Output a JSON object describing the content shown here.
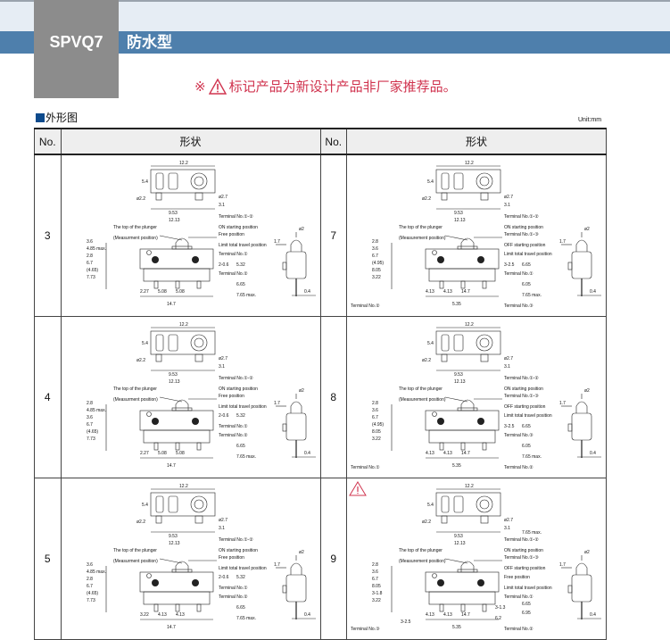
{
  "header": {
    "model": "SPVQ7",
    "series": "防水型"
  },
  "notice": {
    "prefix": "※",
    "icon": "warning-triangle-icon",
    "text": "标记产品为新设计产品非厂家推荐品。",
    "color": "#d0344f"
  },
  "section": {
    "title": "外形图",
    "unit": "Unit:mm"
  },
  "table": {
    "headers": [
      "No.",
      "形状",
      "No.",
      "形状"
    ],
    "rows": [
      {
        "left": {
          "no": "3",
          "drawing": {
            "top": [
              "12.2",
              "5.4",
              "ø2.2",
              "ø2.7",
              "9.53",
              "3.1",
              "12.13"
            ],
            "callouts": [
              "The top of the plunger",
              "(Measurment position)",
              "Terminal No.①-②",
              "ON starting position",
              "Free position",
              "Limit total travel position",
              "Terminal No.①",
              "2-0.6",
              "Terminal No.②"
            ],
            "dims": [
              "3.6",
              "4.85 max.",
              "2.8",
              "6.7",
              "(4.65)",
              "7.73",
              "2.27",
              "5.08",
              "5.08",
              "14.7",
              "5.32",
              "6.65",
              "7.65 max."
            ],
            "side": [
              "ø2",
              "1.7",
              "0.4"
            ],
            "warning": false
          }
        },
        "right": {
          "no": "7",
          "drawing": {
            "top": [
              "12.2",
              "5.4",
              "ø2.2",
              "ø2.7",
              "9.53",
              "3.1",
              "12.13"
            ],
            "callouts": [
              "The top of the plunger",
              "(Measurement position)",
              "Terminal No.①-②",
              "ON starting position",
              "Terminal No.①-③",
              "OFF starting position",
              "Limit total travel position",
              "3-2.5",
              "Terminal No.①",
              "Terminal No.②",
              "Terminal No.③"
            ],
            "dims": [
              "2.8",
              "3.6",
              "6.7",
              "(4.95)",
              "8.05",
              "3.22",
              "4.13",
              "4.13",
              "14.7",
              "5.35",
              "6.65",
              "6.05",
              "7.65 max."
            ],
            "side": [
              "ø2",
              "1.7",
              "0.4"
            ],
            "warning": false
          }
        }
      },
      {
        "left": {
          "no": "4",
          "drawing": {
            "top": [
              "12.2",
              "5.4",
              "ø2.2",
              "ø2.7",
              "9.53",
              "3.1",
              "12.13"
            ],
            "callouts": [
              "The top of the plunger",
              "(Measurment position)",
              "Terminal No.①-②",
              "ON starting position",
              "Free position",
              "Limit total travel position",
              "2-0.6",
              "Terminal No.①",
              "Terminal No.②"
            ],
            "dims": [
              "2.8",
              "4.85 max.",
              "3.6",
              "6.7",
              "(4.65)",
              "7.73",
              "2.27",
              "5.08",
              "5.08",
              "14.7",
              "5.32",
              "6.65",
              "7.65 max."
            ],
            "side": [
              "ø2",
              "1.7",
              "0.4"
            ],
            "warning": false
          }
        },
        "right": {
          "no": "8",
          "drawing": {
            "top": [
              "12.2",
              "5.4",
              "ø2.2",
              "ø2.7",
              "9.53",
              "3.1",
              "12.13"
            ],
            "callouts": [
              "The top of the plunger",
              "(Measurement position)",
              "Terminal No.①-②",
              "ON starting position",
              "Terminal No.①-③",
              "OFF starting position",
              "Limit total travel position",
              "3-2.5",
              "Terminal No.③",
              "Terminal No.①",
              "Terminal No.②"
            ],
            "dims": [
              "2.8",
              "3.6",
              "6.7",
              "(4.95)",
              "8.05",
              "3.22",
              "4.13",
              "4.13",
              "14.7",
              "5.35",
              "6.65",
              "6.05",
              "7.65 max."
            ],
            "side": [
              "ø2",
              "1.7",
              "0.4"
            ],
            "warning": false
          }
        }
      },
      {
        "left": {
          "no": "5",
          "drawing": {
            "top": [
              "12.2",
              "5.4",
              "ø2.2",
              "ø2.7",
              "9.53",
              "3.1",
              "12.13"
            ],
            "callouts": [
              "The top of the plunger",
              "(Measurment position)",
              "Terminal No.①-②",
              "ON starting position",
              "Free position",
              "Limit total travel position",
              "2-0.6",
              "Terminal No.①",
              "Terminal No.②"
            ],
            "dims": [
              "3.6",
              "4.85 max.",
              "2.8",
              "6.7",
              "(4.65)",
              "7.73",
              "3.22",
              "4.13",
              "4.13",
              "14.7",
              "5.32",
              "6.65",
              "7.65 max."
            ],
            "side": [
              "ø2",
              "1.7",
              "0.4"
            ],
            "warning": false
          }
        },
        "right": {
          "no": "9",
          "drawing": {
            "top": [
              "12.2",
              "5.4",
              "ø2.2",
              "ø2.7",
              "9.53",
              "3.1",
              "12.13"
            ],
            "callouts": [
              "The top of the plunger",
              "(Measurement position)",
              "Terminal No.①-②",
              "ON starting position",
              "Terminal No.①-③",
              "OFF starting position",
              "Free position",
              "Limit total travel position",
              "Terminal No.①",
              "Terminal No.③",
              "Terminal No.②"
            ],
            "dims": [
              "2.8",
              "3.6",
              "6.7",
              "8.05",
              "3-1.8",
              "3.22",
              "4.13",
              "4.13",
              "14.7",
              "5.35",
              "6.65",
              "6.95",
              "7.65 max.",
              "6.2",
              "3-1.3",
              "3-2.5"
            ],
            "side": [
              "ø2",
              "1.7",
              "0.4"
            ],
            "warning": true
          }
        }
      }
    ]
  }
}
